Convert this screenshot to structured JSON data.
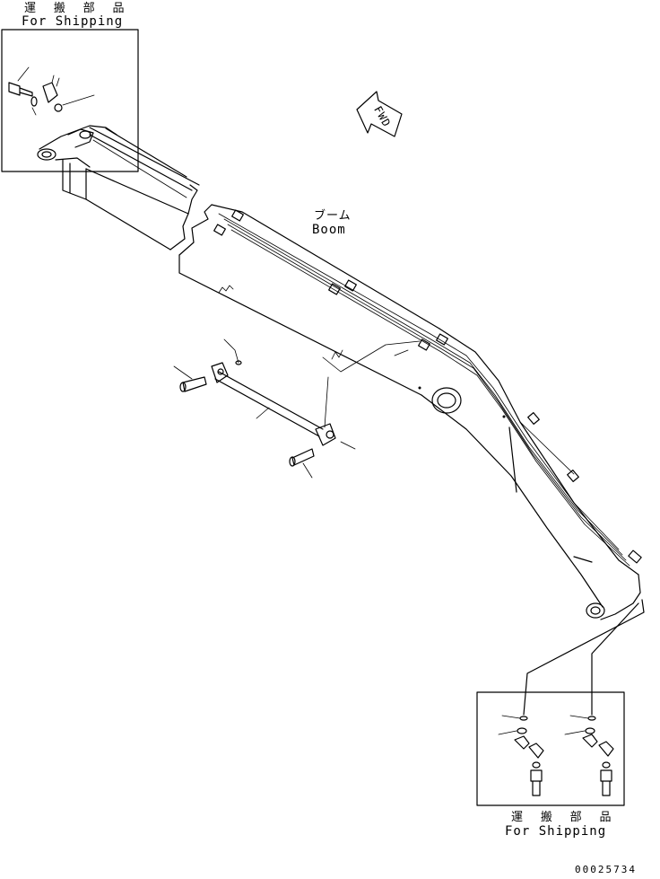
{
  "labels": {
    "ship_top_jp": "運 搬 部 品",
    "ship_top_en": "For Shipping",
    "boom_jp": "ブーム",
    "boom_en": "Boom",
    "fwd": "FWD",
    "ship_bot_jp": "運 搬 部 品",
    "ship_bot_en": "For Shipping",
    "code": "00025734"
  }
}
